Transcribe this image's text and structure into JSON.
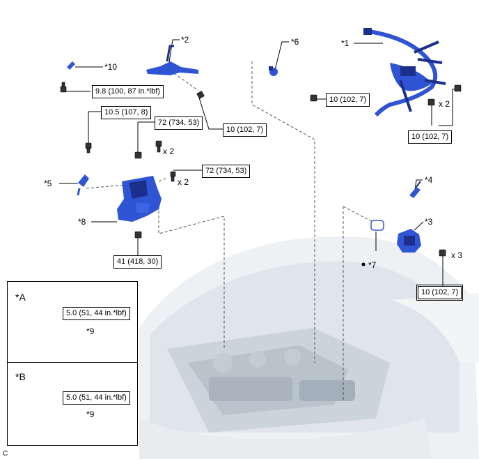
{
  "callouts": {
    "c1": "*1",
    "c2": "*2",
    "c3": "*3",
    "c4": "*4",
    "c5": "*5",
    "c6": "*6",
    "c7": "*7",
    "c8": "*8",
    "c9a": "*9",
    "c9b": "*9",
    "c10": "*10"
  },
  "torque_specs": {
    "s1": "9.8 (100, 87 in.*lbf)",
    "s2": "10.5 (107, 8)",
    "s3": "72 (734, 53)",
    "s4": "72 (734, 53)",
    "s5": "10 (102, 7)",
    "s6": "10 (102, 7)",
    "s7": "10 (102, 7)",
    "s8": "41 (418, 30)",
    "s9": "10 (102, 7)",
    "s10": "5.0 (51, 44 in.*lbf)",
    "s11": "5.0 (51, 44 in.*lbf)"
  },
  "quantities": {
    "q1": "x 2",
    "q2": "x 2",
    "q3": "x 2",
    "q4": "x 3"
  },
  "insets": {
    "a_label": "*A",
    "b_label": "*B"
  },
  "figure_code": "C",
  "colors": {
    "part_blue": "#2f55d4",
    "part_dark": "#1c2f8a",
    "engine_gray": "#d6dde4",
    "leader": "#000000"
  }
}
